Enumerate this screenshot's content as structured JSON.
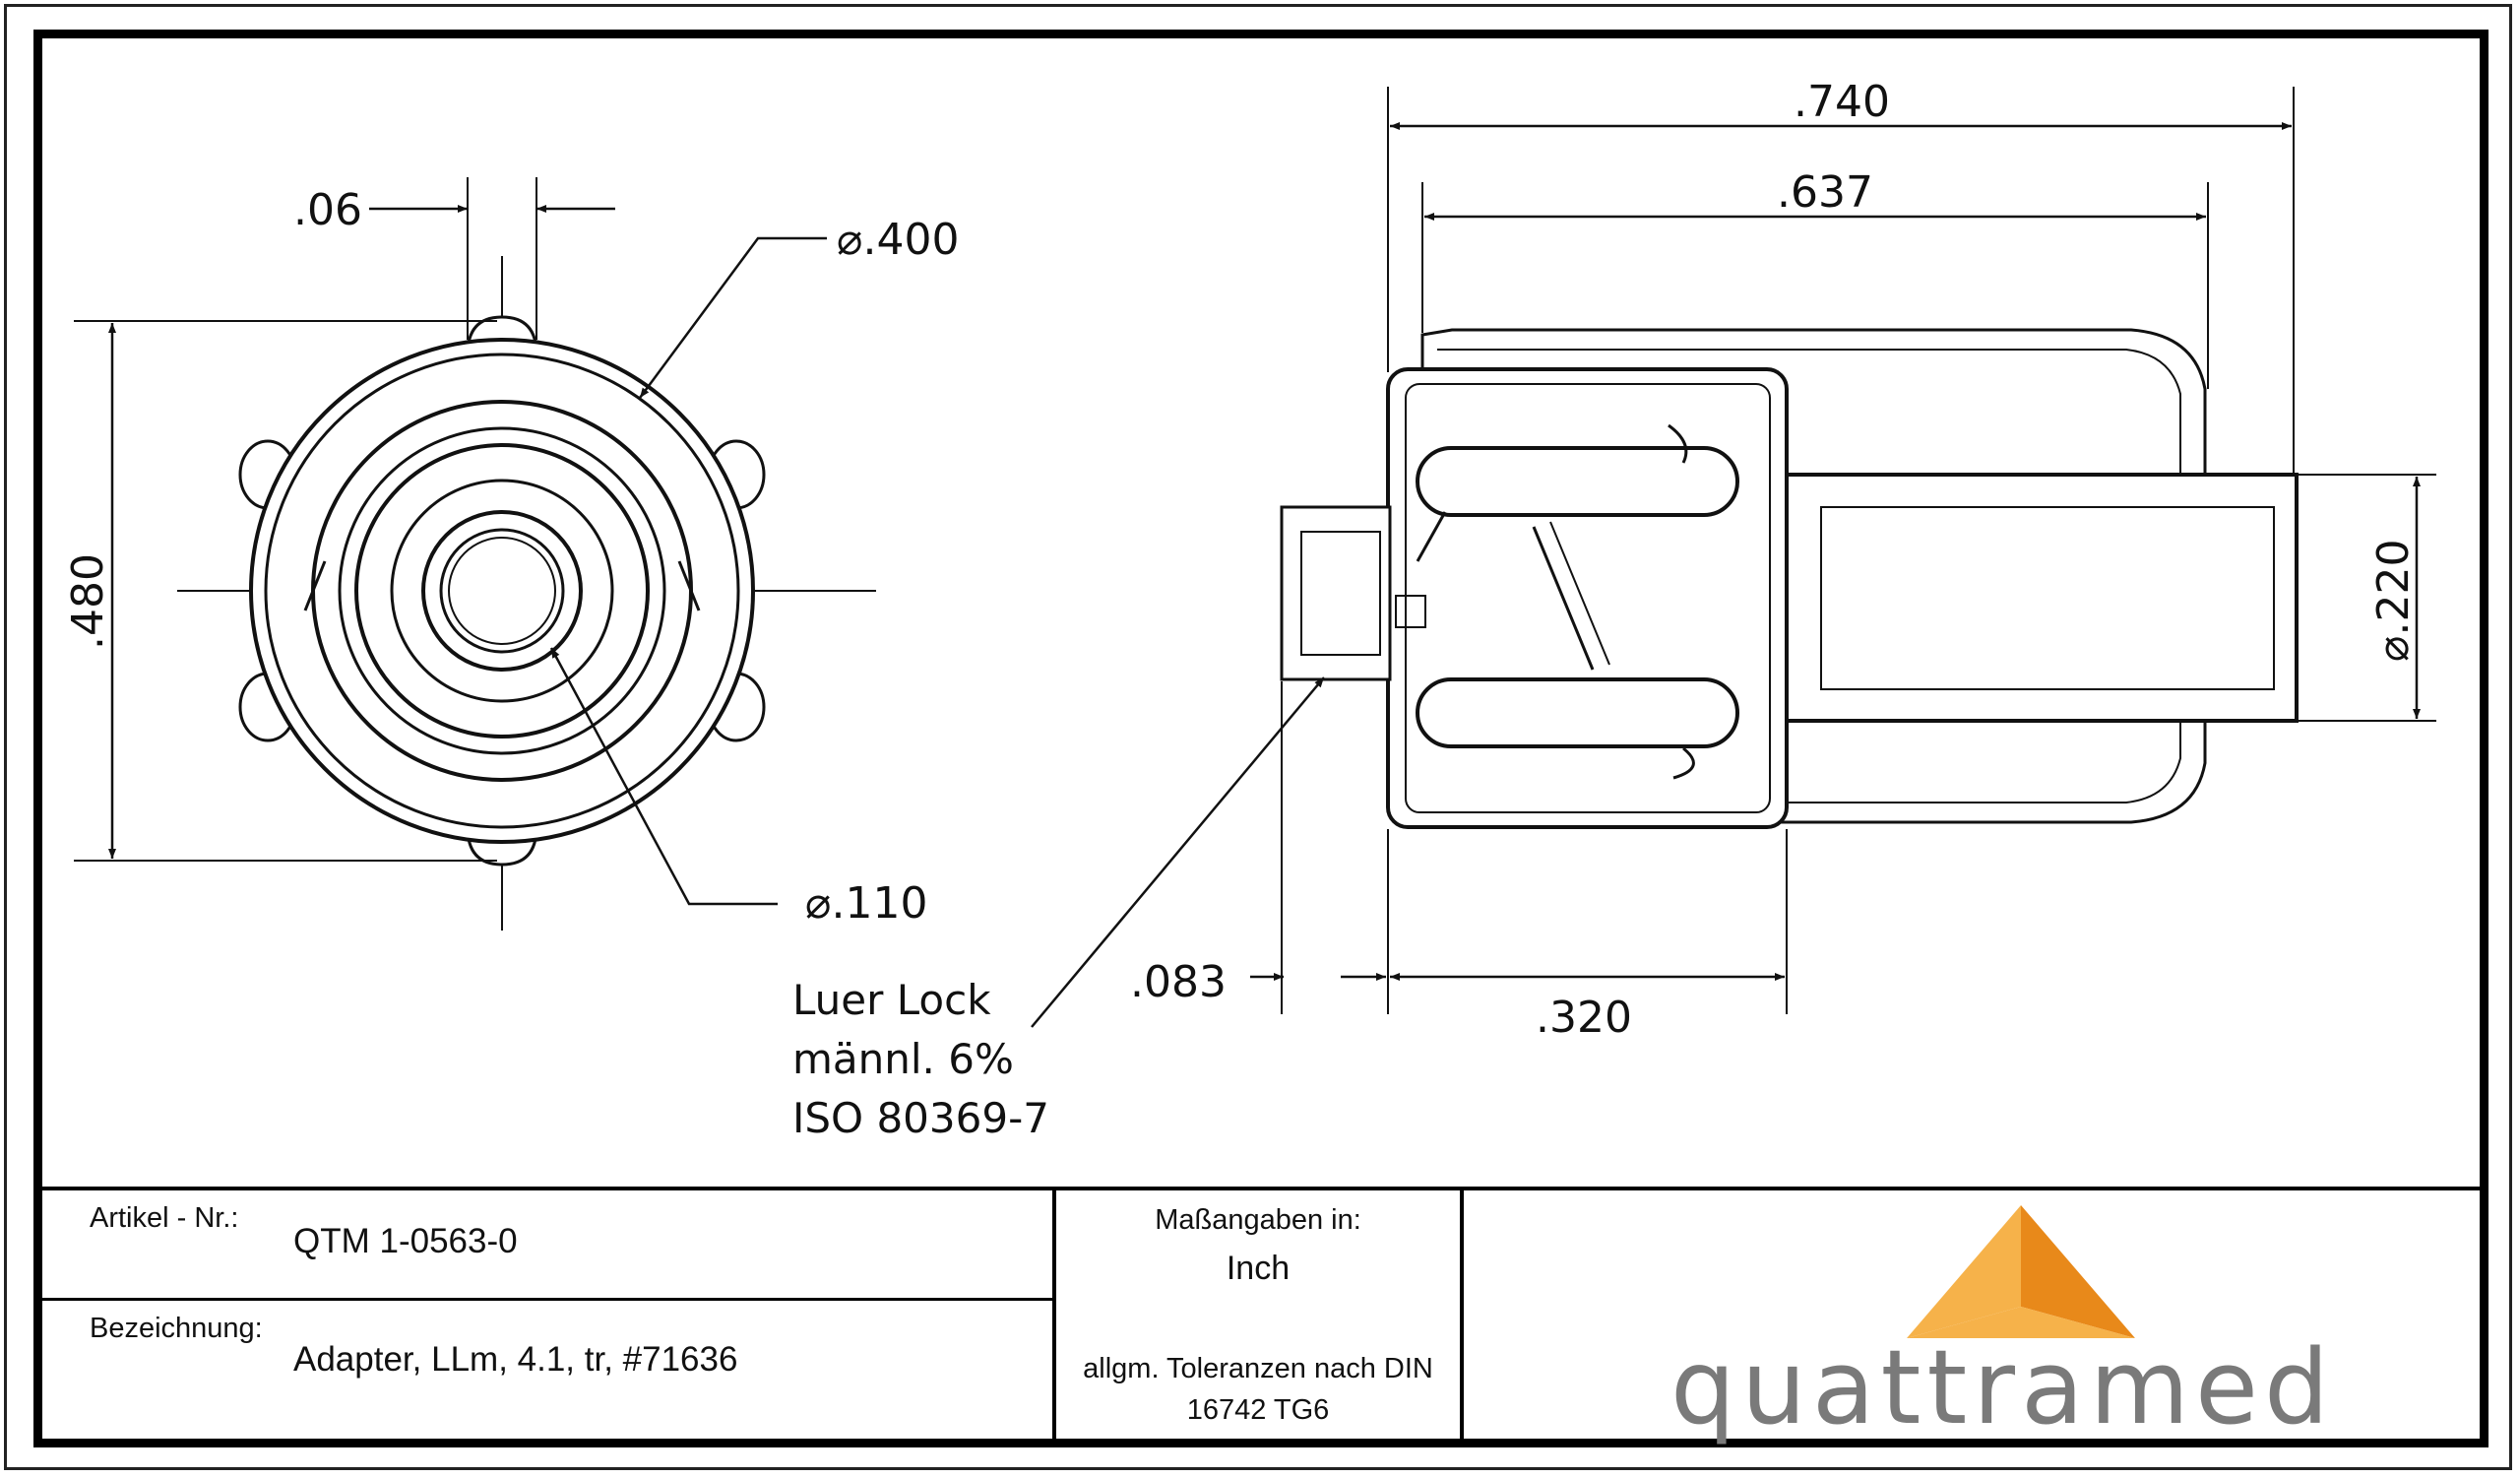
{
  "dimensions": {
    "front_width": ".06",
    "front_outer_dia": "⌀.400",
    "front_height": ".480",
    "front_inner_dia": "⌀.110",
    "side_overall": ".740",
    "side_body": ".637",
    "side_tip_dia": "⌀.220",
    "side_lock": ".083",
    "side_collar": ".320"
  },
  "note": {
    "line1": "Luer Lock",
    "line2": "männl. 6%",
    "line3": "ISO 80369-7"
  },
  "title_block": {
    "article_label": "Artikel - Nr.:",
    "article_value": "QTM 1-0563-0",
    "designation_label": "Bezeichnung:",
    "designation_value": "Adapter, LLm, 4.1, tr, #71636",
    "units_label": "Maßangaben in:",
    "units_value": "Inch",
    "tolerance": "allgm. Toleranzen nach DIN 16742 TG6"
  },
  "logo": {
    "text": "quattramed",
    "colors": {
      "light": "#f6b24a",
      "dark": "#e8891a",
      "text": "#7a7a7a"
    }
  }
}
